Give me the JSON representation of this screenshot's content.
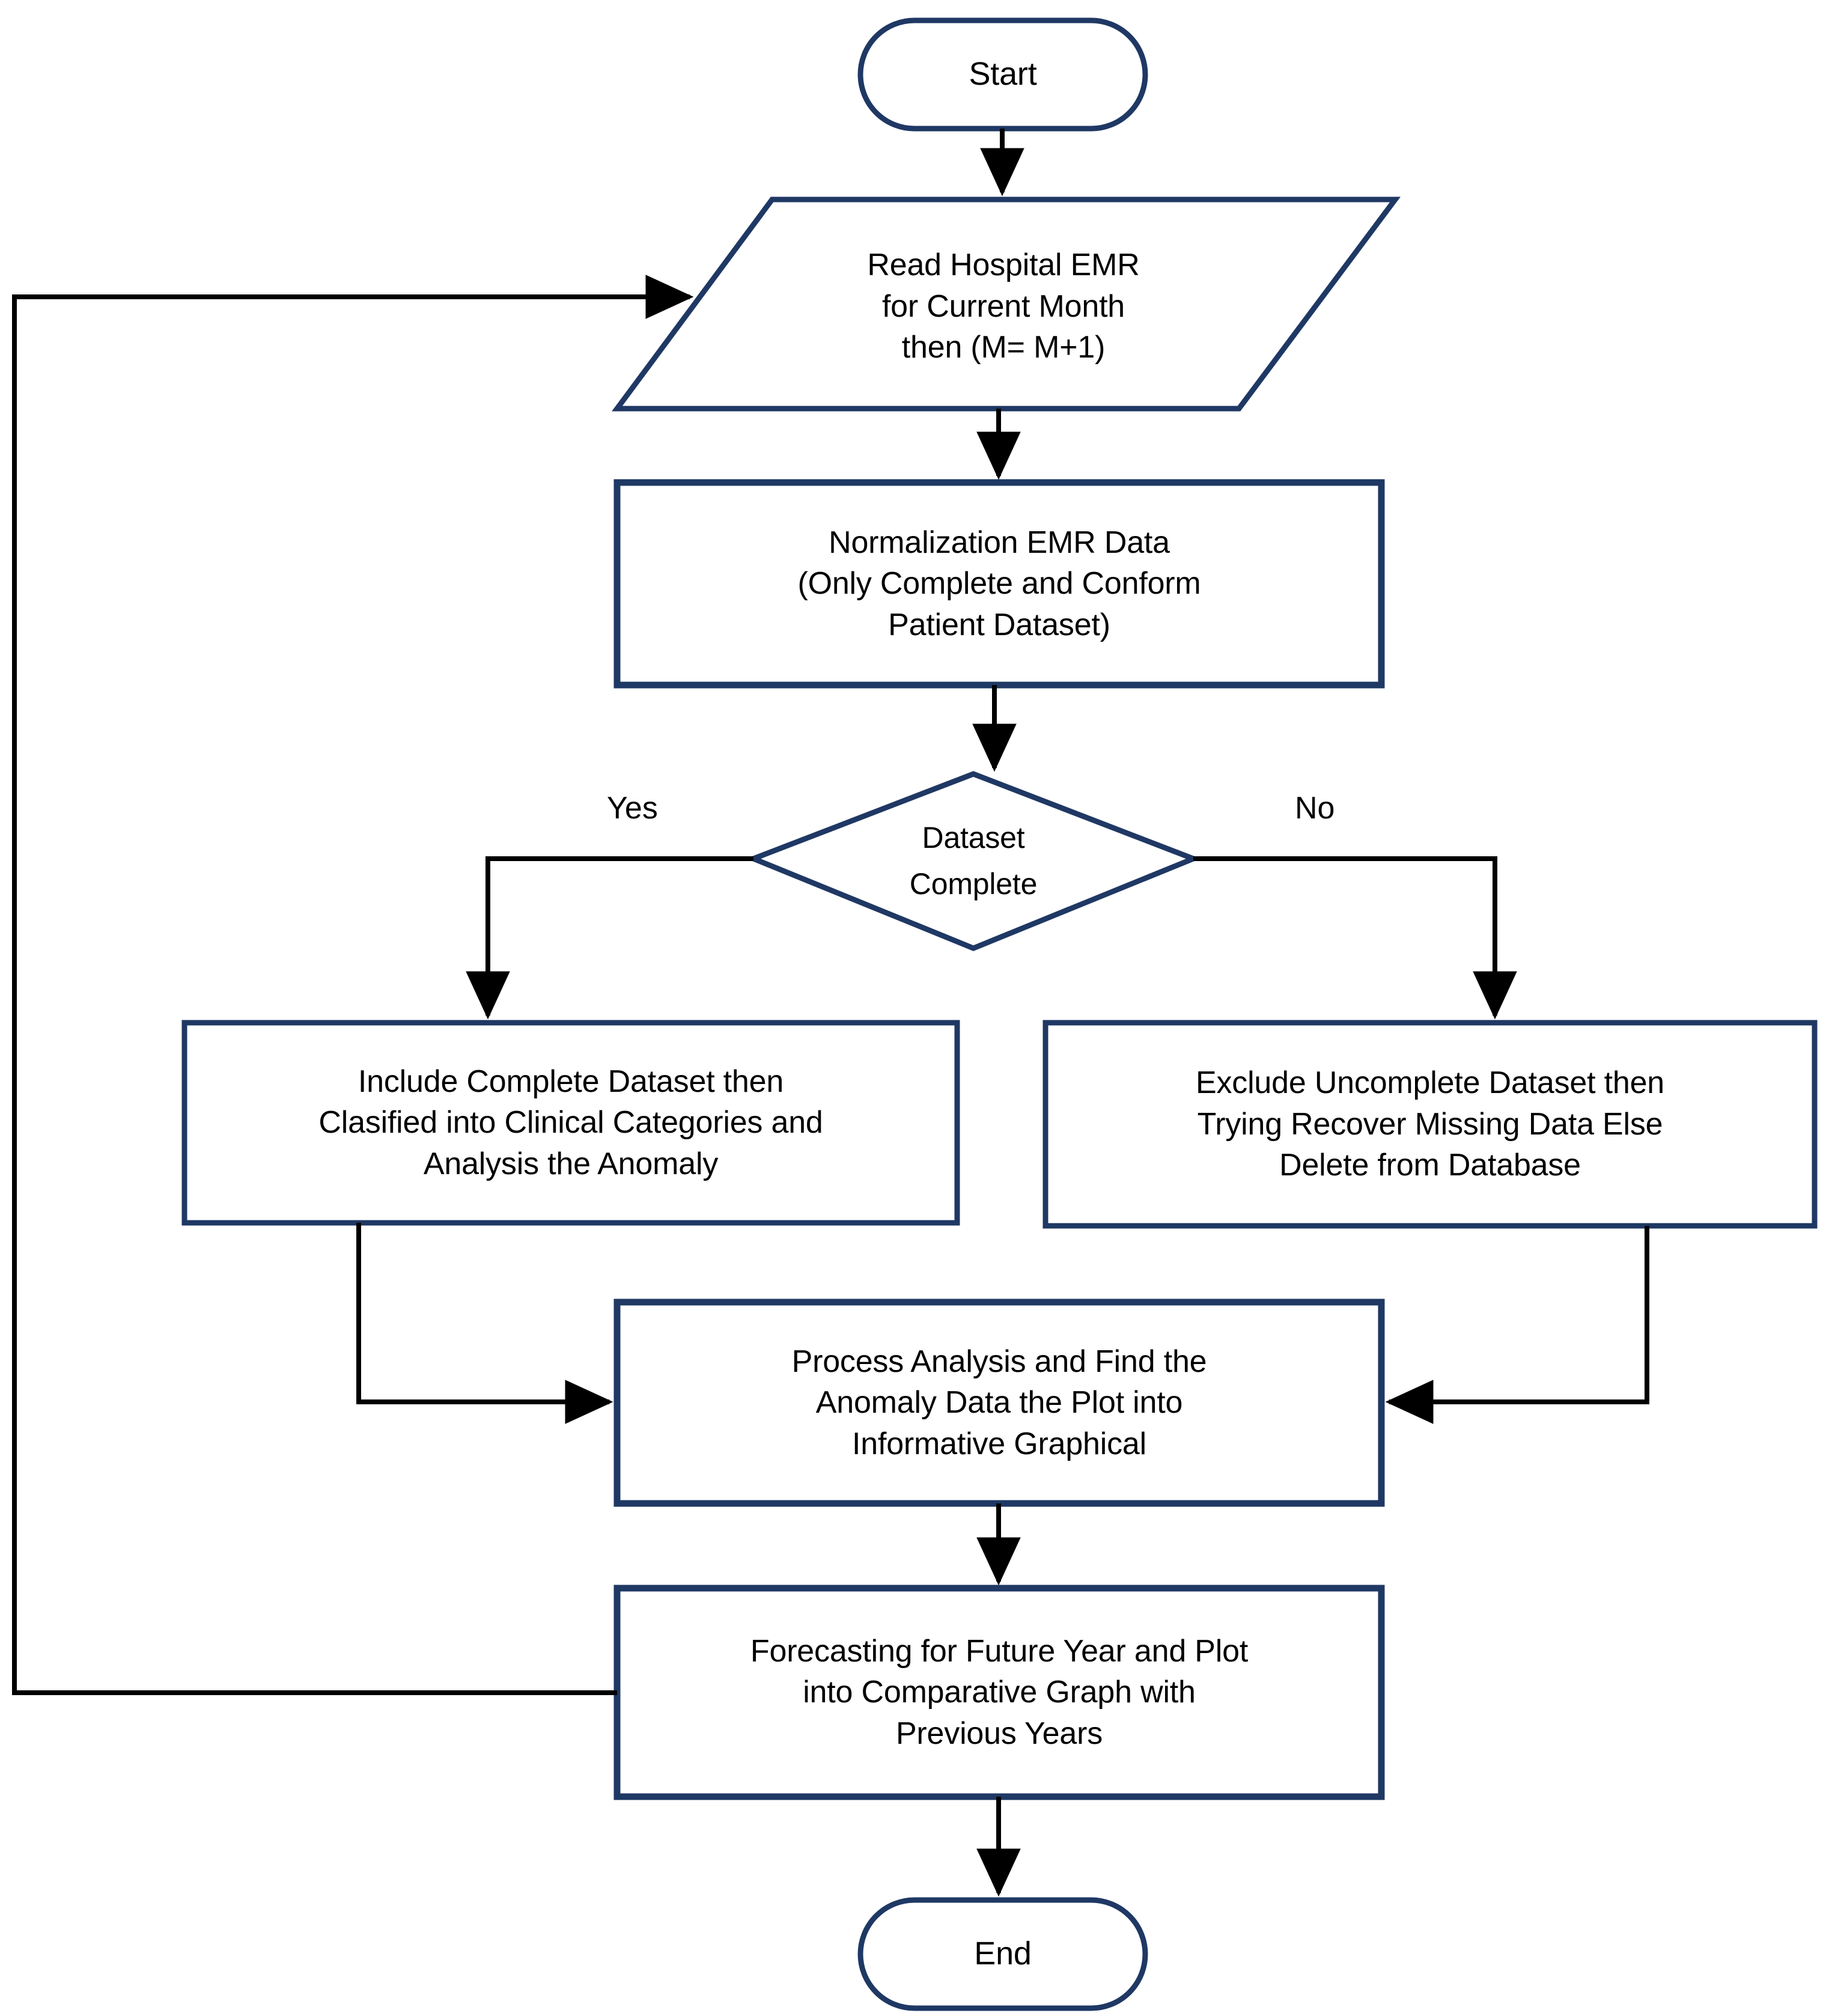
{
  "diagram": {
    "title": "Hospital EMR Anomaly Analysis and Forecasting Flowchart",
    "colors": {
      "node_border": "#1F3864",
      "connector": "#000000",
      "text": "#000000",
      "background": "#FFFFFF"
    },
    "nodes": [
      {
        "id": "start",
        "type": "terminal",
        "label": "Start"
      },
      {
        "id": "read-emr",
        "type": "input-output",
        "label": "Read Hospital EMR\nfor Current Month\nthen (M= M+1)"
      },
      {
        "id": "normalize",
        "type": "process",
        "label": "Normalization EMR Data\n(Only Complete and Conform\nPatient Dataset)"
      },
      {
        "id": "dataset-complete",
        "type": "decision",
        "label": "Dataset\nComplete"
      },
      {
        "id": "include-complete",
        "type": "process",
        "label": "Include Complete  Dataset then\nClasified into Clinical Categories and\nAnalysis the Anomaly"
      },
      {
        "id": "exclude-uncomplete",
        "type": "process",
        "label": "Exclude Uncomplete Dataset then\nTrying Recover Missing Data Else\nDelete from Database"
      },
      {
        "id": "process-analysis",
        "type": "process",
        "label": "Process Analysis and Find the\nAnomaly Data the Plot into\nInformative Graphical"
      },
      {
        "id": "forecasting",
        "type": "process",
        "label": "Forecasting for Future Year and Plot\ninto Comparative Graph with\nPrevious Years"
      },
      {
        "id": "end",
        "type": "terminal",
        "label": "End"
      }
    ],
    "branch_labels": {
      "yes": "Yes",
      "no": "No"
    }
  }
}
